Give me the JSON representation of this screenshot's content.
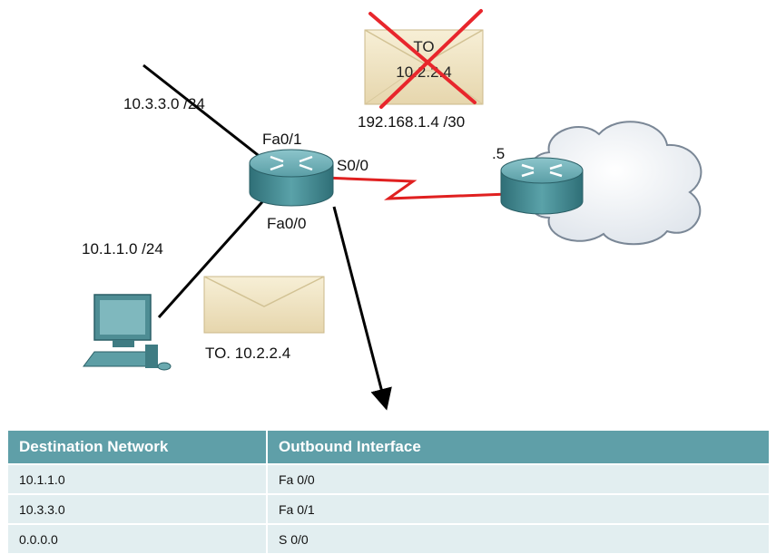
{
  "labels": {
    "net_top": "10.3.3.0 /24",
    "net_left": "10.1.1.0 /24",
    "fa01": "Fa0/1",
    "fa00": "Fa0/0",
    "s00": "S0/0",
    "serial_net": "192.168.1.4 /30",
    "remote_host": ".5"
  },
  "envelopes": {
    "crossed_line1": "TO",
    "crossed_line2": "10.2.2.4",
    "pc_text": "TO. 10.2.2.4"
  },
  "colors": {
    "link_black": "#000000",
    "link_red": "#e02020",
    "cross_red": "#e8262c",
    "router_body": "#4a8f96",
    "envelope": "#efe3c2",
    "table_header": "#5f9fa8",
    "table_row": "#e2eef0"
  },
  "icons": [
    "router-icon",
    "remote-router-icon",
    "cloud-icon",
    "pc-icon",
    "envelope-icon"
  ],
  "table": {
    "headers": [
      "Destination Network",
      "Outbound Interface"
    ],
    "rows": [
      [
        "10.1.1.0",
        "Fa 0/0"
      ],
      [
        "10.3.3.0",
        "Fa 0/1"
      ],
      [
        "0.0.0.0",
        "S 0/0"
      ]
    ]
  }
}
